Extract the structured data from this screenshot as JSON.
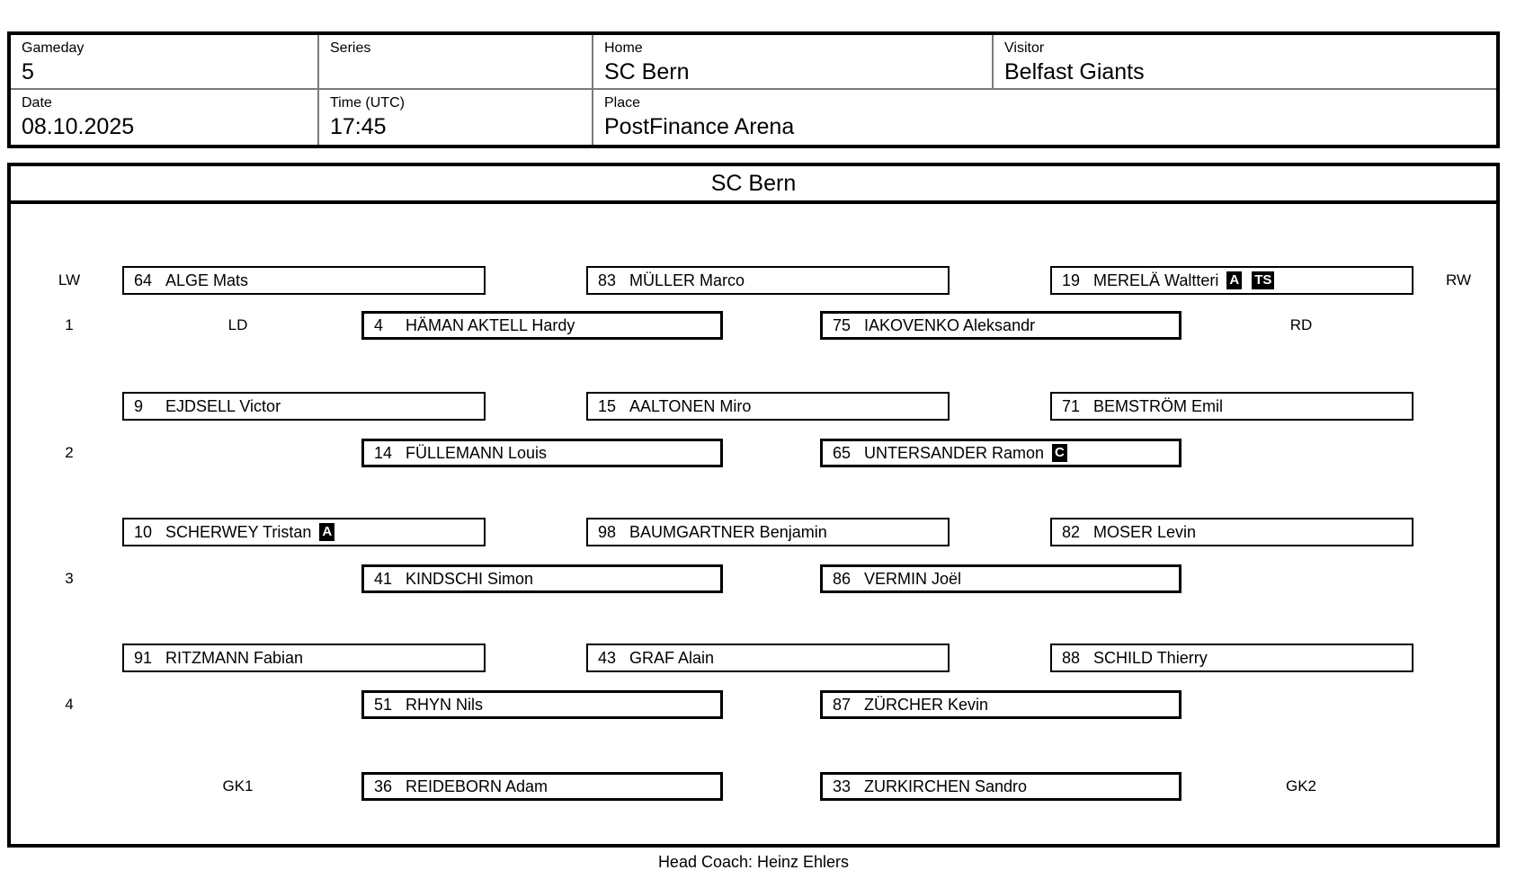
{
  "header": {
    "gameday": {
      "label": "Gameday",
      "value": "5"
    },
    "series": {
      "label": "Series",
      "value": ""
    },
    "home": {
      "label": "Home",
      "value": "SC Bern"
    },
    "visitor": {
      "label": "Visitor",
      "value": "Belfast Giants"
    },
    "date": {
      "label": "Date",
      "value": "08.10.2025"
    },
    "time": {
      "label": "Time (UTC)",
      "value": "17:45"
    },
    "place": {
      "label": "Place",
      "value": "PostFinance Arena"
    }
  },
  "team": {
    "title": "SC Bern",
    "labels": {
      "lw": "LW",
      "rw": "RW",
      "ld": "LD",
      "rd": "RD",
      "gk1": "GK1",
      "gk2": "GK2"
    },
    "lines": [
      {
        "line_number": "1",
        "forwards": [
          {
            "number": "64",
            "name": "ALGE Mats"
          },
          {
            "number": "83",
            "name": "MÜLLER Marco"
          },
          {
            "number": "19",
            "name": "MERELÄ Waltteri",
            "badges": [
              "A",
              "TS"
            ]
          }
        ],
        "defenders": [
          {
            "number": "4",
            "name": "HÄMAN AKTELL Hardy"
          },
          {
            "number": "75",
            "name": "IAKOVENKO Aleksandr"
          }
        ]
      },
      {
        "line_number": "2",
        "forwards": [
          {
            "number": "9",
            "name": "EJDSELL Victor"
          },
          {
            "number": "15",
            "name": "AALTONEN Miro"
          },
          {
            "number": "71",
            "name": "BEMSTRÖM Emil"
          }
        ],
        "defenders": [
          {
            "number": "14",
            "name": "FÜLLEMANN Louis"
          },
          {
            "number": "65",
            "name": "UNTERSANDER Ramon",
            "badges": [
              "C"
            ]
          }
        ]
      },
      {
        "line_number": "3",
        "forwards": [
          {
            "number": "10",
            "name": "SCHERWEY Tristan",
            "badges": [
              "A"
            ]
          },
          {
            "number": "98",
            "name": "BAUMGARTNER Benjamin"
          },
          {
            "number": "82",
            "name": "MOSER Levin"
          }
        ],
        "defenders": [
          {
            "number": "41",
            "name": "KINDSCHI Simon"
          },
          {
            "number": "86",
            "name": "VERMIN Joël"
          }
        ]
      },
      {
        "line_number": "4",
        "forwards": [
          {
            "number": "91",
            "name": "RITZMANN Fabian"
          },
          {
            "number": "43",
            "name": "GRAF Alain"
          },
          {
            "number": "88",
            "name": "SCHILD Thierry"
          }
        ],
        "defenders": [
          {
            "number": "51",
            "name": "RHYN Nils"
          },
          {
            "number": "87",
            "name": "ZÜRCHER Kevin"
          }
        ]
      }
    ],
    "goalkeepers": [
      {
        "number": "36",
        "name": "REIDEBORN Adam"
      },
      {
        "number": "33",
        "name": "ZURKIRCHEN Sandro"
      }
    ],
    "head_coach": "Head Coach: Heinz Ehlers"
  },
  "colors": {
    "text": "#000000",
    "border": "#000000",
    "inner_divider": "#7a7a7a",
    "badge_bg": "#000000",
    "badge_text": "#ffffff",
    "background": "#ffffff"
  }
}
